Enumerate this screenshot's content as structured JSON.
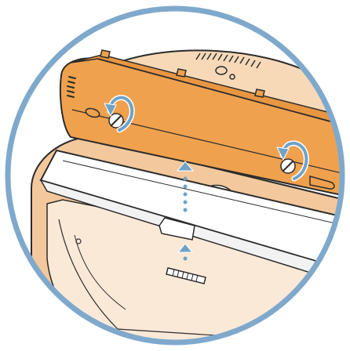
{
  "figure": {
    "kind": "instruction-illustration",
    "step": "remove-bottom-cover",
    "elements": [
      {
        "name": "lens-circle-frame",
        "label": ""
      },
      {
        "name": "device-bottom-housing",
        "label": ""
      },
      {
        "name": "removable-cover-panel",
        "label": ""
      },
      {
        "name": "cover-screw-left",
        "label": ""
      },
      {
        "name": "cover-screw-right",
        "label": ""
      },
      {
        "name": "rotate-counterclockwise-arrow-left",
        "label": ""
      },
      {
        "name": "rotate-counterclockwise-arrow-right",
        "label": ""
      },
      {
        "name": "lift-up-arrow",
        "label": ""
      },
      {
        "name": "battery-module",
        "label": ""
      },
      {
        "name": "battery-connector",
        "label": ""
      }
    ]
  },
  "colors": {
    "frame_ring": "#7fa9cc",
    "cover_orange": "#f0a14e",
    "housing_light": "#f6d2ad",
    "housing_pale": "#fbe9d7",
    "outline": "#2b2b2b",
    "arrow_blue": "#6fa3c8",
    "battery_white": "#ffffff"
  }
}
